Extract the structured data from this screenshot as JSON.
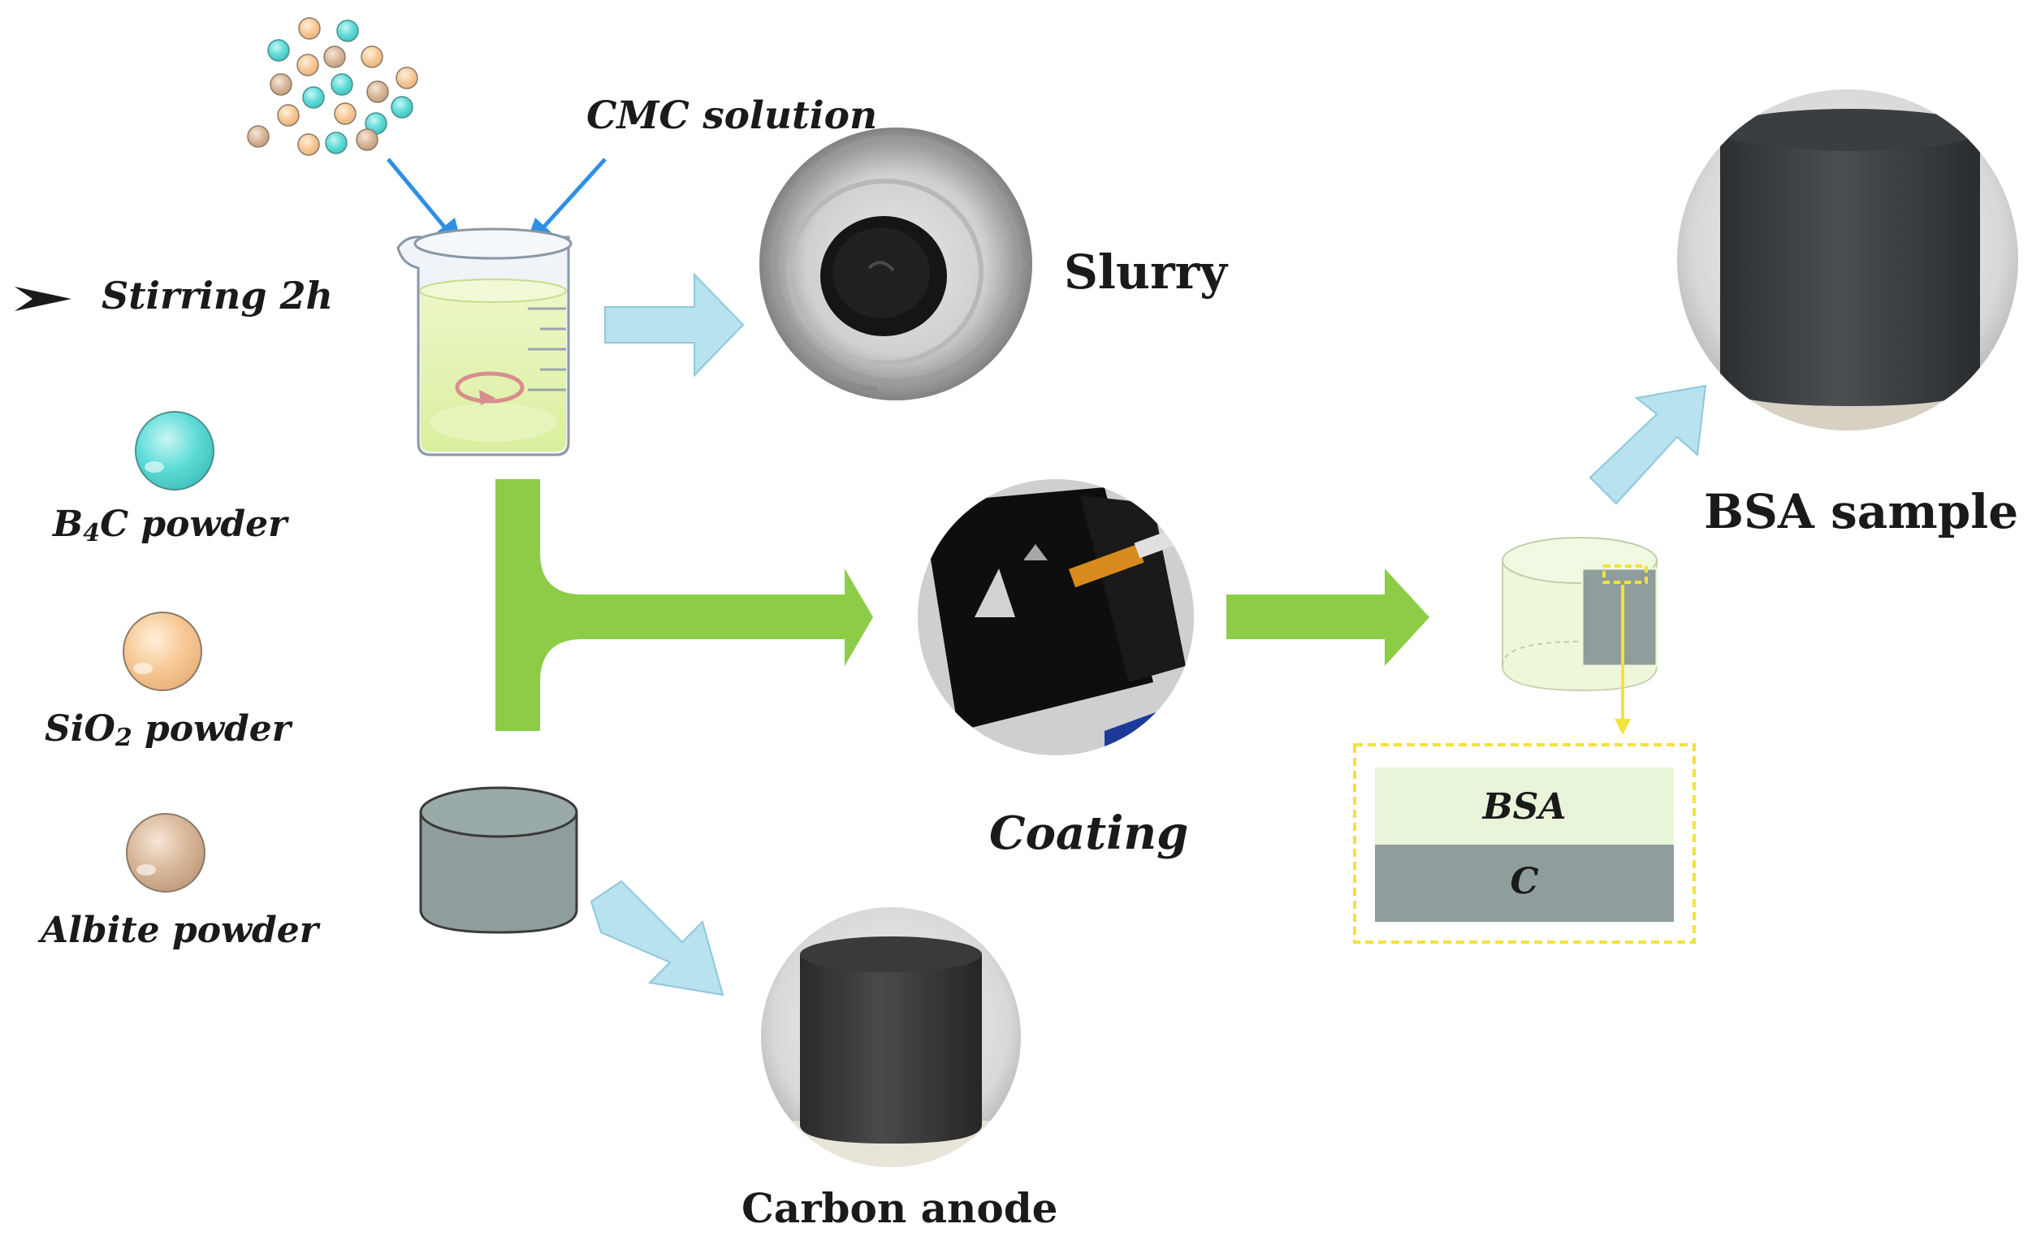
{
  "labels": {
    "cmc_solution": "CMC solution",
    "stirring": "Stirring 2h",
    "b4c_prefix": "B",
    "b4c_sub": "4",
    "b4c_suffix": "C powder",
    "sio2_prefix": "SiO",
    "sio2_sub": "2",
    "sio2_suffix": " powder",
    "albite": "Albite powder",
    "slurry": "Slurry",
    "coating": "Coating",
    "carbon_anode": "Carbon anode",
    "bsa_sample": "BSA sample",
    "layer_bsa": "BSA",
    "layer_c": "C"
  },
  "icons": {
    "bullet": "arrowhead-bullet-icon"
  },
  "colors": {
    "b4c": "#5fdcd8",
    "sio2": "#f7c996",
    "albite": "#d8b79a",
    "cmc_arrow": "#2f8fe6",
    "light_arrow": "#b7e2ee",
    "green_arrow": "#8ccc47",
    "carbon_gray": "#8f9e9c",
    "bsa_layer": "#e8f5d8",
    "highlight_yellow": "#f2e23c"
  }
}
